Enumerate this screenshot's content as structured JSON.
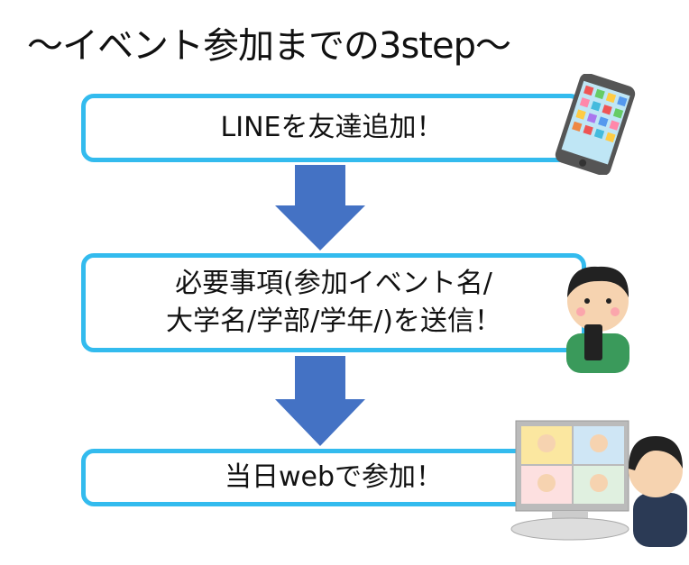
{
  "title": "～イベント参加までの3step～",
  "steps": [
    {
      "line1": "LINEを友達追加！"
    },
    {
      "line1": "必要事項(参加イベント名/",
      "line2": "大学名/学部/学年/)を送信！"
    },
    {
      "line1": "当日webで参加！"
    }
  ],
  "colors": {
    "box_border": "#33bbee",
    "arrow": "#4472c4"
  }
}
